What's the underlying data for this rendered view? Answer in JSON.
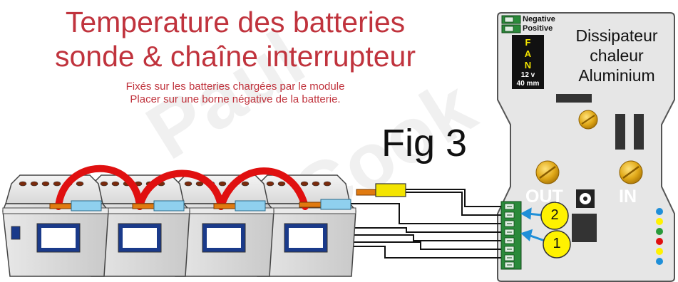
{
  "title": {
    "line1": "Temperature des batteries",
    "line2": "sonde & chaîne interrupteur"
  },
  "subtitle": {
    "line1": "Fixés sur les batteries chargées par le module",
    "line2": "Placer sur une borne négative de la batterie."
  },
  "figure_label": "Fig 3",
  "heatsink_label": {
    "line1": "Dissipateur",
    "line2": "chaleur",
    "line3": "Aluminium"
  },
  "fan": {
    "letters": [
      "F",
      "A",
      "N"
    ],
    "voltage": "12 v",
    "size": "40 mm"
  },
  "wire_labels": {
    "negative": "Negative",
    "positive": "Positive"
  },
  "terminals": {
    "out": "OUT",
    "in": "IN"
  },
  "markers": [
    "2",
    "1"
  ],
  "watermark": [
    "Paul",
    "Cook"
  ],
  "colors": {
    "title_red": "#c0333d",
    "cable_red": "#e01010",
    "module_grey": "#e6e6e6",
    "terminal_green": "#2a8a3a",
    "marker_yellow": "#fff200",
    "arrow_blue": "#1f8fd8",
    "probe_blue": "#8fd0ee",
    "probe_yellow": "#f3e400"
  },
  "led_colors": [
    "#1f8fd8",
    "#fff200",
    "#2a9a3a",
    "#e01010",
    "#fff200",
    "#1f8fd8"
  ]
}
